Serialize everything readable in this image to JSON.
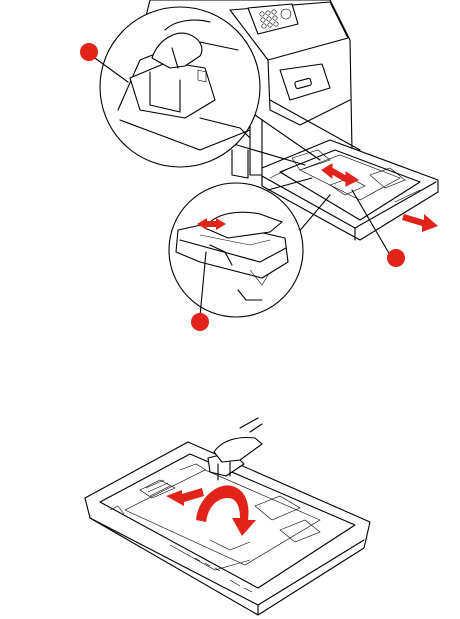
{
  "colors": {
    "accent": "#e2231a",
    "outline": "#000000",
    "background": "#ffffff"
  },
  "figures": [
    {
      "name": "printer-tray-open",
      "callouts": 3,
      "arrows": [
        "double-arrow-guide",
        "pull-out-arrow",
        "double-arrow-inset"
      ]
    },
    {
      "name": "tray-clip-adjust",
      "callouts": 0,
      "arrows": [
        "push-arrow",
        "curved-arrow"
      ]
    }
  ]
}
